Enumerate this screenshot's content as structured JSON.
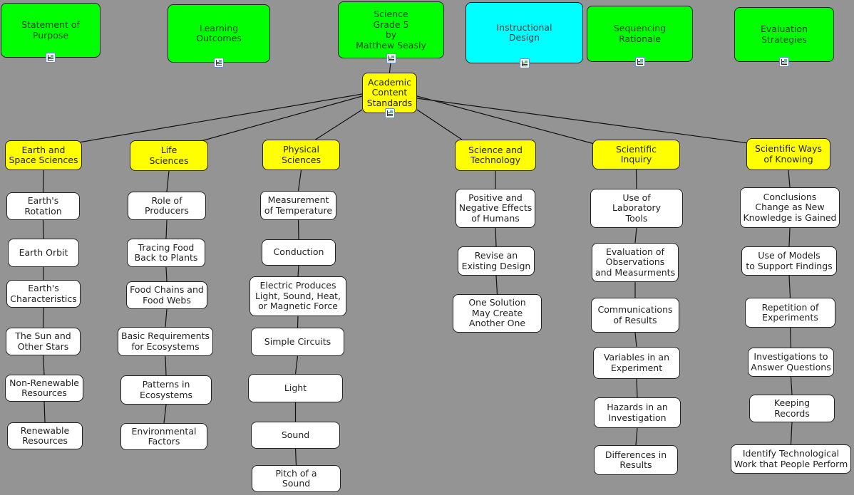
{
  "title_node": {
    "label": "Science\nGrade 5\nby\nMatthew Seasly"
  },
  "top_nodes": [
    {
      "label": "Statement of\nPurpose",
      "color": "#00ff00"
    },
    {
      "label": "Learning\nOutcomes",
      "color": "#00ff00"
    },
    {
      "label": "Instructional\nDesign",
      "color": "#00ffff"
    },
    {
      "label": "Sequencing\nRationale",
      "color": "#00ff00"
    },
    {
      "label": "Evaluation\nStrategies",
      "color": "#00ff00"
    }
  ],
  "hub": {
    "label": "Academic\nContent\nStandards",
    "color": "#ffff00"
  },
  "branches": [
    {
      "label": "Earth and\nSpace Sciences",
      "children": [
        "Earth's\nRotation",
        "Earth Orbit",
        "Earth's\nCharacteristics",
        "The Sun and\nOther Stars",
        "Non-Renewable\nResources",
        "Renewable\nResources"
      ]
    },
    {
      "label": "Life\nSciences",
      "children": [
        "Role of\nProducers",
        "Tracing Food\nBack to Plants",
        "Food Chains and\nFood Webs",
        "Basic Requirements\nfor Ecosystems",
        "Patterns in\nEcosystems",
        "Environmental\nFactors"
      ]
    },
    {
      "label": "Physical\nSciences",
      "children": [
        "Measurement\nof Temperature",
        "Conduction",
        "Electric Produces\nLight, Sound, Heat,\nor Magnetic Force",
        "Simple Circuits",
        "Light",
        "Sound",
        "Pitch of a\nSound"
      ]
    },
    {
      "label": "Science and\nTechnology",
      "children": [
        "Positive and\nNegative Effects\nof Humans",
        "Revise an\nExisting Design",
        "One Solution\nMay Create\nAnother One"
      ]
    },
    {
      "label": "Scientific\nInquiry",
      "children": [
        "Use of\nLaboratory\nTools",
        "Evaluation of\nObservations\nand Measurments",
        "Communications\nof Results",
        "Variables in an\nExperiment",
        "Hazards in an\nInvestigation",
        "Differences in\nResults"
      ]
    },
    {
      "label": "Scientific Ways\nof Knowing",
      "children": [
        "Conclusions\nChange as New\nKnowledge is Gained",
        "Use of Models\nto Support Findings",
        "Repetition of\nExperiments",
        "Investigations to\nAnswer Questions",
        "Keeping\nRecords",
        "Identify Technological\nWork that People Perform"
      ]
    }
  ],
  "icons": {
    "attached_document": "document-icon"
  }
}
